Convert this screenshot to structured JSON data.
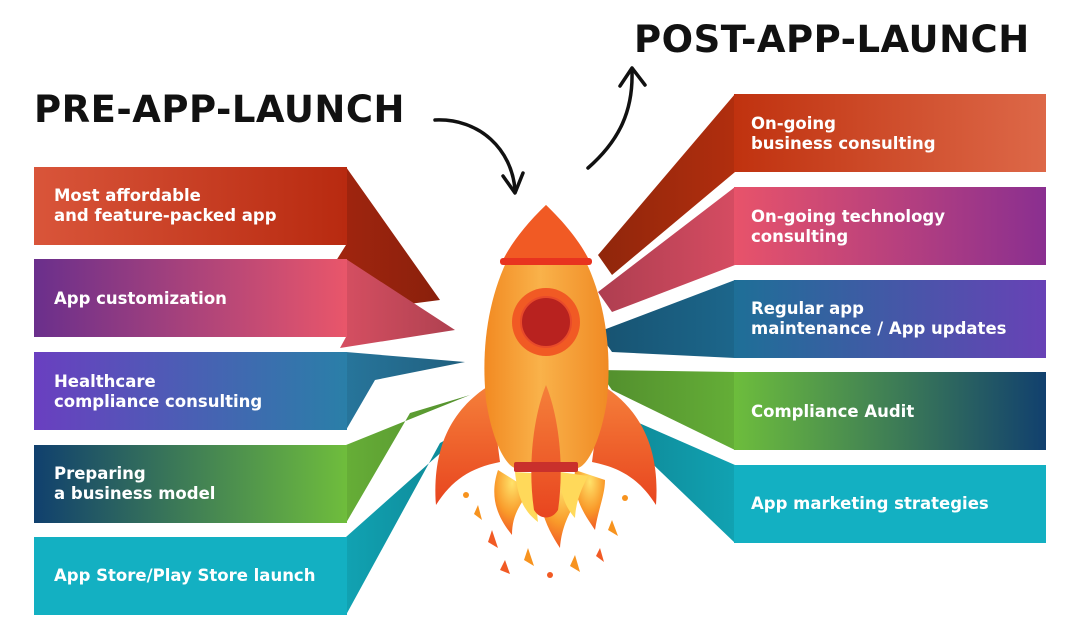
{
  "headings": {
    "pre": "PRE-APP-LAUNCH",
    "post": "POST-APP-LAUNCH"
  },
  "pre_launch_items": [
    {
      "label": "Most affordable\nand feature-packed app",
      "color_start": "#d9553a",
      "color_end": "#b82a10"
    },
    {
      "label": "App customization",
      "color_start": "#6a2f8c",
      "color_end": "#e9566a"
    },
    {
      "label": "Healthcare\ncompliance consulting",
      "color_start": "#6a3fc0",
      "color_end": "#2a7fa8"
    },
    {
      "label": "Preparing\na business model",
      "color_start": "#10406e",
      "color_end": "#6fbd3c"
    },
    {
      "label": "App Store/Play Store launch",
      "color_start": "#13b0c2",
      "color_end": "#13b0c2"
    }
  ],
  "post_launch_items": [
    {
      "label": "On-going\nbusiness consulting",
      "color_start": "#c0320f",
      "color_end": "#dd6848"
    },
    {
      "label": "On-going technology\nconsulting",
      "color_start": "#e8536a",
      "color_end": "#8a2f90"
    },
    {
      "label": "Regular app\nmaintenance / App updates",
      "color_start": "#1e6f97",
      "color_end": "#6842b6"
    },
    {
      "label": "Compliance Audit",
      "color_start": "#6dbd3c",
      "color_end": "#11406e"
    },
    {
      "label": "App marketing strategies",
      "color_start": "#13b0c2",
      "color_end": "#13b0c2"
    }
  ],
  "icons": {
    "center": "rocket-icon",
    "arrow_in": "curved-arrow-icon",
    "arrow_out": "curved-arrow-icon"
  },
  "colors": {
    "rocket_body": "#f7a43a",
    "rocket_accent": "#f15a24",
    "window": "#c9302c",
    "heading": "#111111"
  }
}
